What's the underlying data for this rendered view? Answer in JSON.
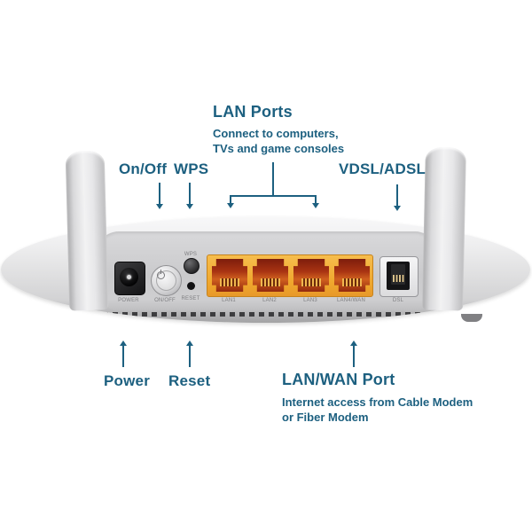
{
  "annotations": {
    "lan_ports": {
      "title": "LAN Ports",
      "desc_line1": "Connect to computers,",
      "desc_line2": "TVs and game consoles"
    },
    "on_off": "On/Off",
    "wps": "WPS",
    "vdsl_adsl": "VDSL/ADSL",
    "power": "Power",
    "reset": "Reset",
    "lan_wan": {
      "title": "LAN/WAN Port",
      "desc_line1": "Internet access from Cable Modem",
      "desc_line2": "or Fiber Modem"
    }
  },
  "device": {
    "silkscreen": {
      "power": "POWER",
      "on_off": "ON/OFF",
      "wps": "WPS",
      "reset": "RESET",
      "lan": [
        "LAN1",
        "LAN2",
        "LAN3",
        "LAN4/WAN"
      ],
      "dsl": "DSL"
    }
  },
  "colors": {
    "annotation_teal": "#1d6080",
    "lan_panel_yellow": "#efa62c",
    "rj45_red": "#a83312",
    "body_gray": "#dededf"
  }
}
